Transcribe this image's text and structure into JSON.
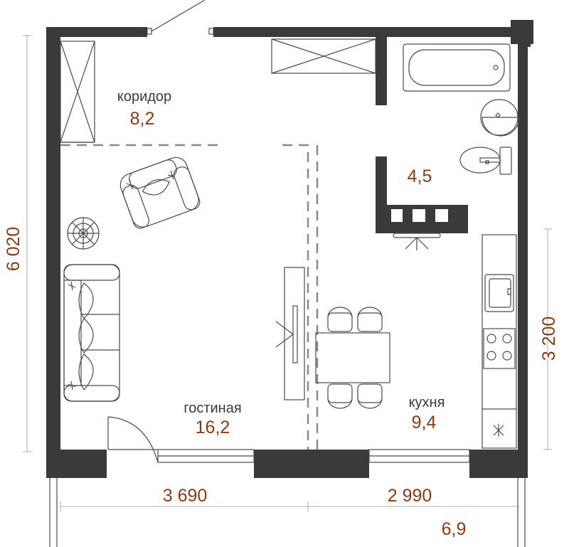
{
  "rooms": {
    "corridor": {
      "name": "коридор",
      "area": "8,2"
    },
    "bathroom": {
      "area": "4,5"
    },
    "living": {
      "name": "гостиная",
      "area": "16,2"
    },
    "kitchen": {
      "name": "кухня",
      "area": "9,4"
    },
    "balcony": {
      "area": "6,9"
    }
  },
  "dimensions": {
    "total_height": "6 020",
    "kitchen_height": "3 200",
    "living_width": "3 690",
    "kitchen_width": "2 990"
  },
  "colors": {
    "wall": "#3a3a3a",
    "accent": "#8b3a12",
    "line": "#4a4a4a"
  }
}
